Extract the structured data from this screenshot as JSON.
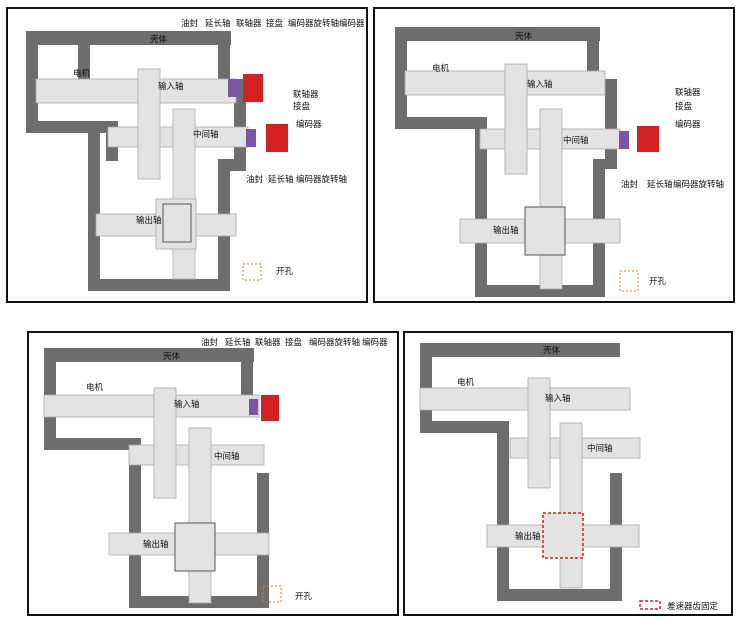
{
  "labels": {
    "housing": "壳体",
    "motor": "电机",
    "input_shaft": "输入轴",
    "intermediate_shaft": "中间轴",
    "output_shaft": "输出轴",
    "oil_seal": "油封",
    "extension_shaft": "延长轴",
    "coupling": "联轴器",
    "adapter_plate": "接盘",
    "encoder_rotating_shaft": "编码器旋转轴",
    "encoder": "编码器",
    "opening": "开孔",
    "differential_gear_fixed": "差速器齿固定"
  },
  "colors": {
    "housing": "#6d6d6d",
    "shaft": "#e3e3e3",
    "encoder": "#e8140c",
    "coupling": "#7a55a8",
    "leader_line": "#5a9e3a",
    "opening": "#e07a2a",
    "highlight": "#d42020"
  }
}
